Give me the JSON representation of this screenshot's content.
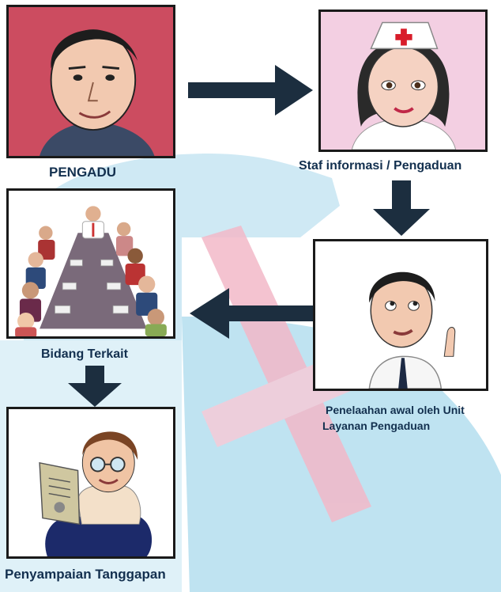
{
  "diagram": {
    "nodes": {
      "pengadu": {
        "label": "PENGADU",
        "icon": "complainant-man-icon"
      },
      "staf": {
        "label": "Staf informasi / Pengaduan",
        "icon": "nurse-icon"
      },
      "penelaahan": {
        "label_line1": "Penelaahan awal oleh Unit",
        "label_line2": "Layanan Pengaduan",
        "icon": "thinking-officer-icon"
      },
      "bidang": {
        "label": "Bidang Terkait",
        "icon": "meeting-table-icon"
      },
      "tanggapan": {
        "label": "Penyampaian Tanggapan",
        "icon": "reading-man-icon"
      }
    },
    "edges": [
      {
        "from": "pengadu",
        "to": "staf",
        "direction": "right"
      },
      {
        "from": "staf",
        "to": "penelaahan",
        "direction": "down"
      },
      {
        "from": "penelaahan",
        "to": "bidang",
        "direction": "left"
      },
      {
        "from": "bidang",
        "to": "tanggapan",
        "direction": "down"
      }
    ],
    "colors": {
      "text": "#13304f",
      "arrow": "#1c2e3f",
      "box_border": "#1a1a1a",
      "pengadu_bg": "#cc4c60",
      "staf_bg": "#f3cfe2",
      "background_shape": "#bfe3f1",
      "cross": "#f2b8c8"
    }
  }
}
